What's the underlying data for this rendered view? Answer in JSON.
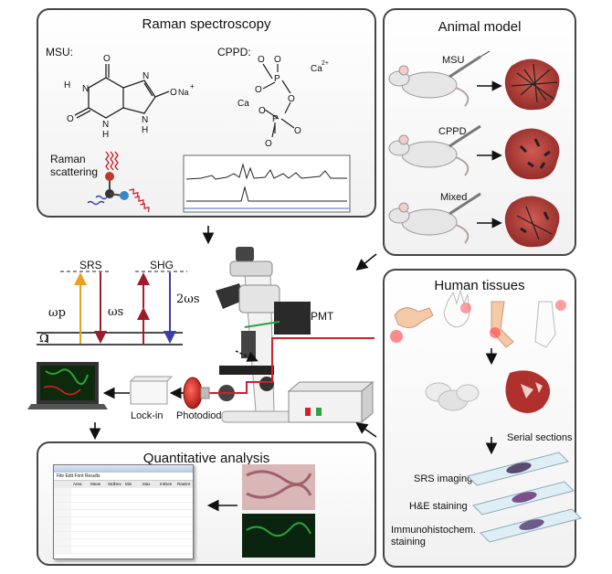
{
  "panels": {
    "raman": {
      "title": "Raman  spectroscopy",
      "msu_label": "MSU:",
      "cppd_label": "CPPD:",
      "scattering_label": "Raman\nscattering",
      "msu_atoms": {
        "h1": "H",
        "o1": "O",
        "n1": "N",
        "n2": "N",
        "h2": "H",
        "o2": "O",
        "n3": "N",
        "n4": "N",
        "h3": "H",
        "ona": "O",
        "na": "Na",
        "plus": "+"
      },
      "cppd_atoms": {
        "o1": "O",
        "o2": "O",
        "p1": "P",
        "o3": "O",
        "ca1": "Ca",
        "o4": "O",
        "ca2": "Ca",
        "o5": "O",
        "p2": "P",
        "o6": "O",
        "o7": "O",
        "o8": "O",
        "sup2": "2+"
      }
    },
    "animal": {
      "title": "Animal model",
      "items": [
        "MSU",
        "CPPD",
        "Mixed"
      ]
    },
    "human": {
      "title": "Human tissues",
      "serial": "Serial sections",
      "steps": [
        "SRS imaging",
        "H&E staining",
        "Immunohistochem.\nstaining"
      ]
    },
    "quant": {
      "title": "Quantitative analysis",
      "menu": "File  Edit  Font  Results",
      "columns": [
        "",
        "Area",
        "Mean",
        "StdDev",
        "Min",
        "Max",
        "IntDen",
        "RawInt"
      ]
    }
  },
  "setup": {
    "srs": "SRS",
    "shg": "SHG",
    "wp": "ωp",
    "ws": "ωs",
    "two_ws": "2ωs",
    "omega": "Ω",
    "pmt": "PMT",
    "lockin": "Lock-in",
    "photodiode": "Photodiode"
  },
  "colors": {
    "pump": "#e8a020",
    "stokes": "#9c1c2c",
    "shg_red": "#b3182a",
    "shg_blue": "#3b3ea8",
    "beam_red": "#d0202a",
    "beam_green": "#2aa43c",
    "tissue": "#b8443f"
  }
}
